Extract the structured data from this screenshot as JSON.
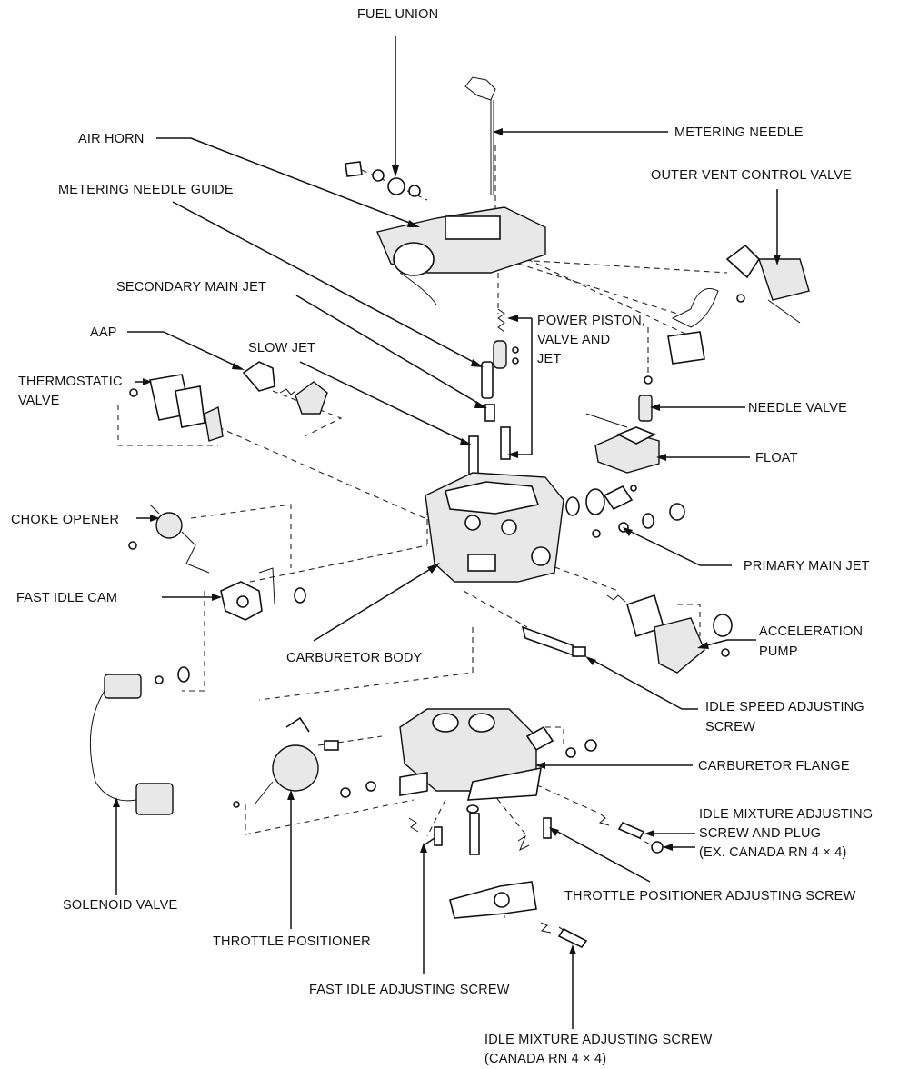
{
  "diagram": {
    "labels": {
      "fuel_union": "FUEL UNION",
      "metering_needle": "METERING NEEDLE",
      "air_horn": "AIR HORN",
      "outer_vent_control_valve": "OUTER VENT CONTROL VALVE",
      "metering_needle_guide": "METERING NEEDLE GUIDE",
      "secondary_main_jet": "SECONDARY MAIN JET",
      "power_piston_1": "POWER PISTON,",
      "power_piston_2": "VALVE AND",
      "power_piston_3": "JET",
      "aap": "AAP",
      "slow_jet": "SLOW JET",
      "thermostatic_valve_1": "THERMOSTATIC",
      "thermostatic_valve_2": "VALVE",
      "needle_valve": "NEEDLE VALVE",
      "float": "FLOAT",
      "choke_opener": "CHOKE OPENER",
      "primary_main_jet": "PRIMARY MAIN JET",
      "fast_idle_cam": "FAST IDLE CAM",
      "acceleration_pump_1": "ACCELERATION",
      "acceleration_pump_2": "PUMP",
      "carburetor_body": "CARBURETOR BODY",
      "idle_speed_screw_1": "IDLE SPEED ADJUSTING",
      "idle_speed_screw_2": "SCREW",
      "carburetor_flange": "CARBURETOR FLANGE",
      "idle_mixture_plug_1": "IDLE MIXTURE ADJUSTING",
      "idle_mixture_plug_2": "SCREW AND PLUG",
      "idle_mixture_plug_3": "(EX. CANADA RN 4 × 4)",
      "throttle_positioner_screw": "THROTTLE POSITIONER ADJUSTING SCREW",
      "solenoid_valve": "SOLENOID VALVE",
      "throttle_positioner": "THROTTLE POSITIONER",
      "fast_idle_screw": "FAST IDLE ADJUSTING SCREW",
      "idle_mixture_canada_1": "IDLE MIXTURE ADJUSTING SCREW",
      "idle_mixture_canada_2": "(CANADA RN 4 × 4)"
    }
  }
}
